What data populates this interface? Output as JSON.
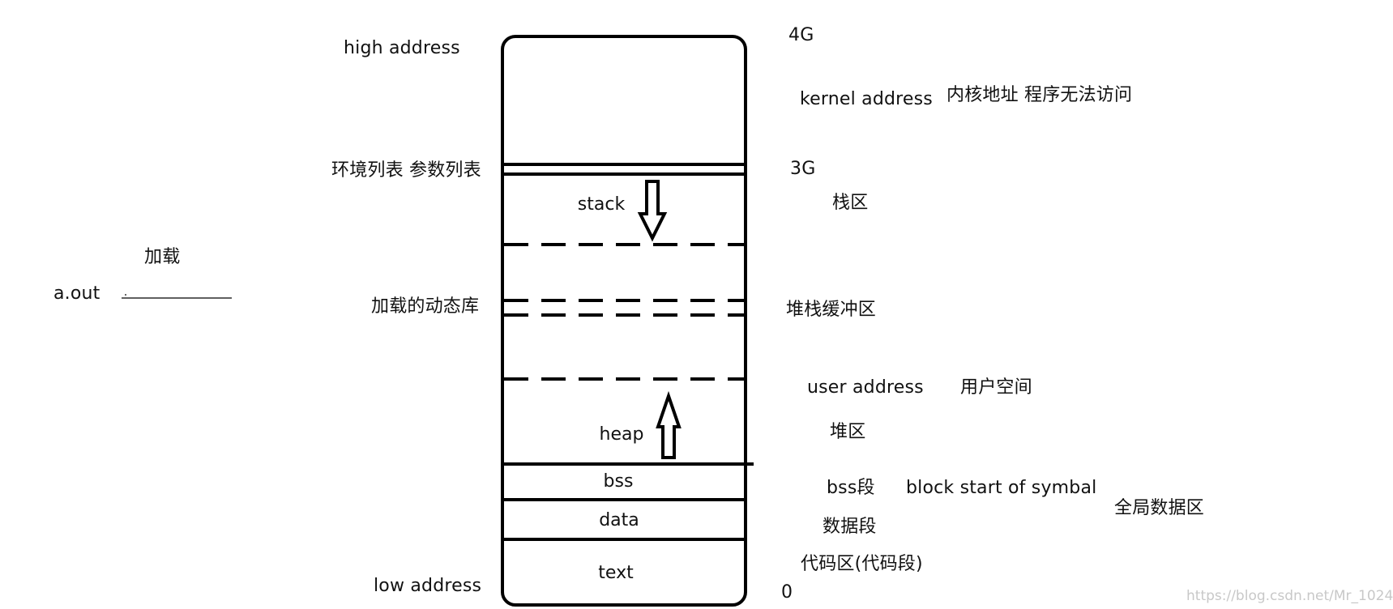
{
  "left_labels": {
    "high_address": "high address",
    "env_args": "环境列表  参数列表",
    "dyn_libs": "加载的动态库",
    "low_address": "low address",
    "load": "加载",
    "a_out": "a.out"
  },
  "segments": {
    "stack": "stack",
    "heap": "heap",
    "bss": "bss",
    "data": "data",
    "text": "text"
  },
  "right_labels": {
    "four_g": "4G",
    "kernel_address": "kernel address",
    "kernel_desc": "内核地址  程序无法访问",
    "three_g": "3G",
    "stack_area": "栈区",
    "buffer": "堆栈缓冲区",
    "user_address": "user address",
    "user_space": "用户空间",
    "heap_area": "堆区",
    "bss_seg": "bss段",
    "bss_full": "block start of symbal",
    "global_data": "全局数据区",
    "data_seg": "数据段",
    "code_seg": "代码区(代码段)",
    "zero": "0"
  },
  "watermark": "https://blog.csdn.net/Mr_1024"
}
